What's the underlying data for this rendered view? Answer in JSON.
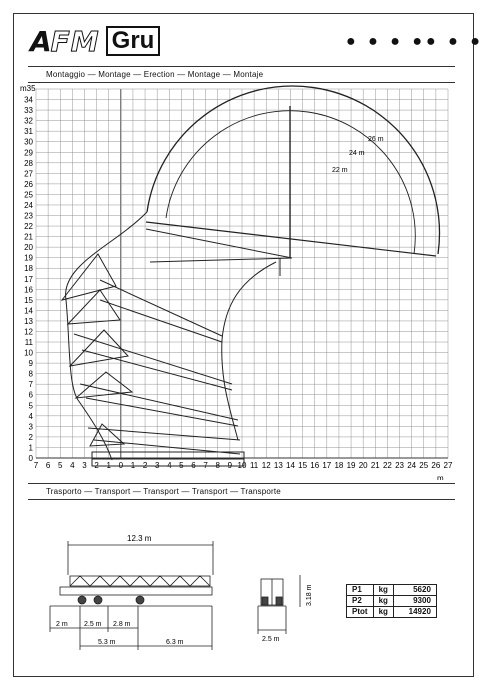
{
  "brand": {
    "mark": "A",
    "name": "FM",
    "product": "Gru",
    "dots": "● ● ● ●● ● ●"
  },
  "sections": {
    "montage": "Montaggio — Montage — Erection — Montage — Montaje",
    "transport": "Trasporto — Transport — Transport — Transport — Transporte"
  },
  "chart_data": {
    "type": "line",
    "x_unit": "m",
    "y_unit": "m35",
    "x_ticks": [
      "7",
      "6",
      "5",
      "4",
      "3",
      "2",
      "1",
      "0",
      "1",
      "2",
      "3",
      "4",
      "5",
      "6",
      "7",
      "8",
      "9",
      "10",
      "11",
      "12",
      "13",
      "14",
      "15",
      "16",
      "17",
      "18",
      "19",
      "20",
      "21",
      "22",
      "23",
      "24",
      "25",
      "26",
      "27"
    ],
    "y_ticks": [
      "0",
      "1",
      "2",
      "3",
      "4",
      "5",
      "6",
      "7",
      "8",
      "9",
      "10",
      "11",
      "12",
      "13",
      "14",
      "15",
      "16",
      "17",
      "18",
      "19",
      "20",
      "21",
      "22",
      "23",
      "24",
      "25",
      "26",
      "27",
      "28",
      "29",
      "30",
      "31",
      "32",
      "33",
      "34"
    ],
    "xlim": [
      -7,
      27
    ],
    "ylim": [
      0,
      35
    ],
    "grid": true,
    "jib_radii": [
      {
        "label": "26 m",
        "value": 26
      },
      {
        "label": "24 m",
        "value": 24
      },
      {
        "label": "22 m",
        "value": 22
      }
    ]
  },
  "transport": {
    "length_total": "12.3 m",
    "height": "3.18 m",
    "width": "2.5 m",
    "dims": [
      "2 m",
      "2.5 m",
      "2.8 m",
      "5.3 m",
      "6.3 m"
    ]
  },
  "spec_table": [
    {
      "name": "P1",
      "unit": "kg",
      "value": "5620"
    },
    {
      "name": "P2",
      "unit": "kg",
      "value": "9300"
    },
    {
      "name": "Ptot",
      "unit": "kg",
      "value": "14920"
    }
  ]
}
